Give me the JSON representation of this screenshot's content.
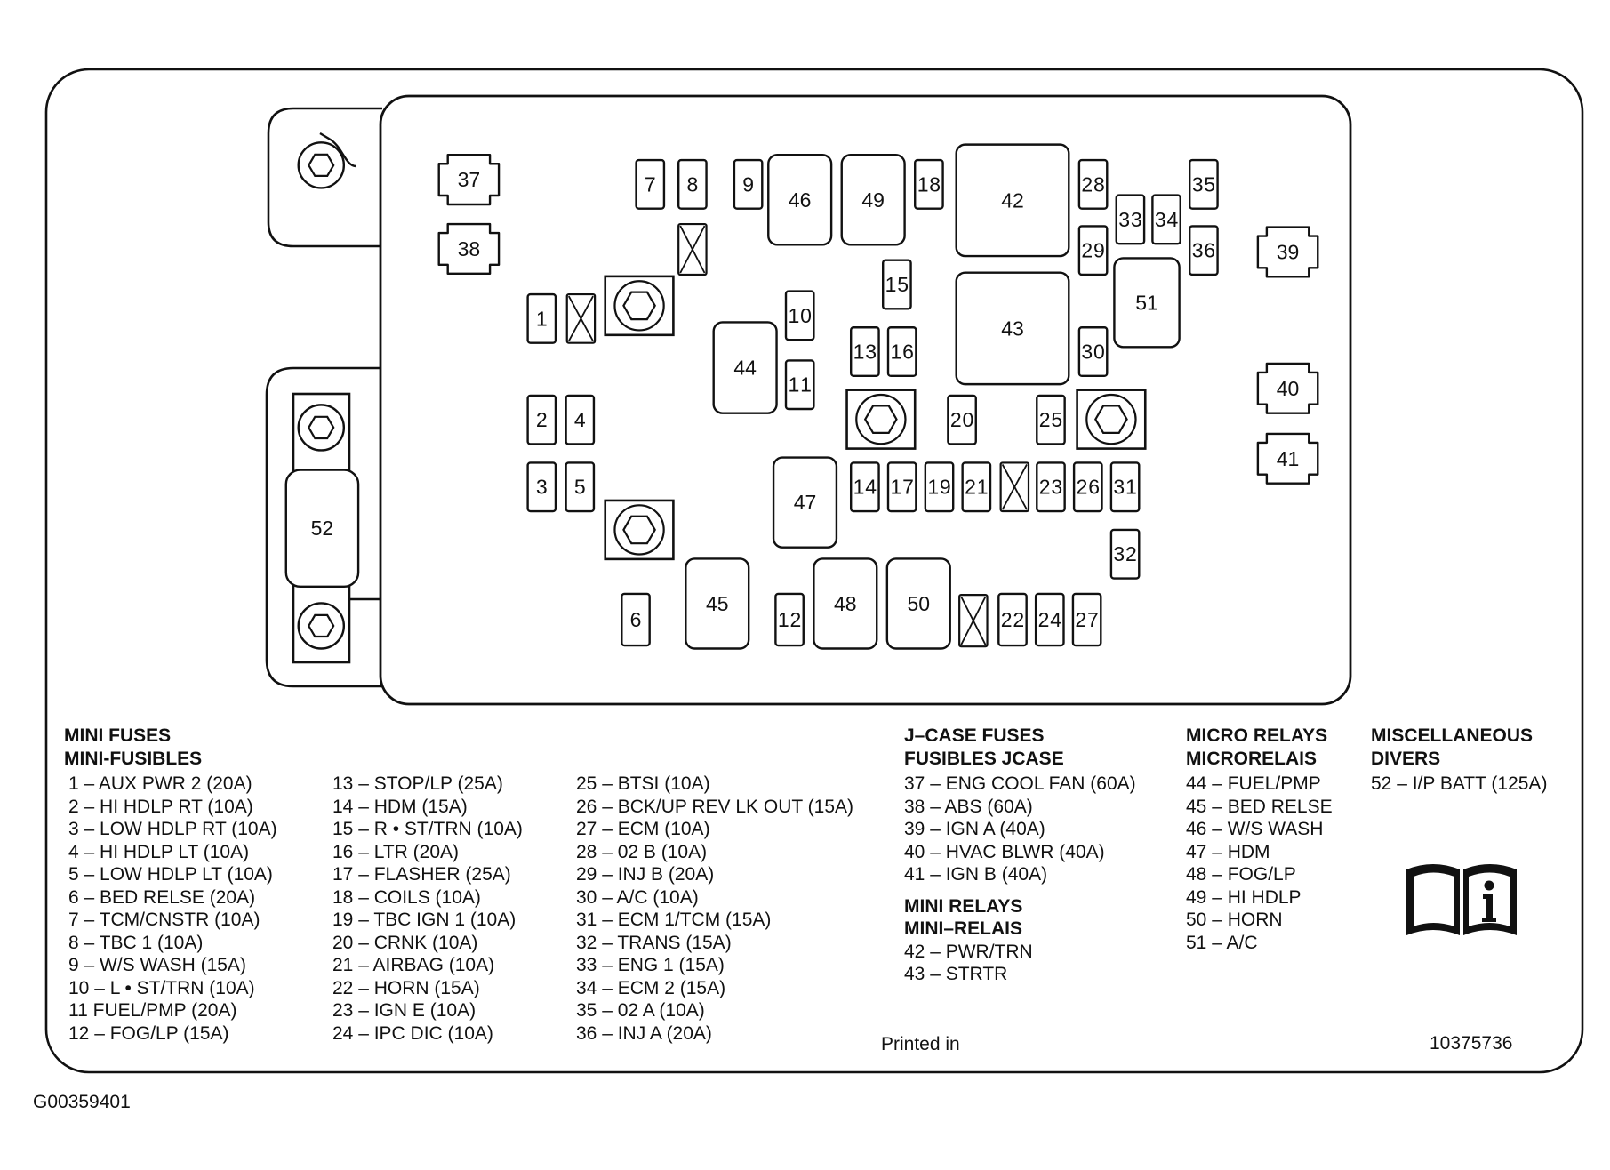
{
  "diagram": {
    "mini_fuses": [
      "1",
      "2",
      "3",
      "4",
      "5",
      "6",
      "7",
      "8",
      "9",
      "10",
      "11",
      "12",
      "13",
      "14",
      "15",
      "16",
      "17",
      "18",
      "19",
      "20",
      "21",
      "22",
      "23",
      "24",
      "25",
      "26",
      "27",
      "28",
      "29",
      "30",
      "31",
      "32",
      "33",
      "34",
      "35",
      "36"
    ],
    "jcase_fuses": [
      "37",
      "38",
      "39",
      "40",
      "41"
    ],
    "relays": [
      "42",
      "43",
      "44",
      "45",
      "46",
      "47",
      "48",
      "49",
      "50",
      "51"
    ],
    "misc": [
      "52"
    ]
  },
  "legend": {
    "mini_fuses": {
      "heading_en": "MINI FUSES",
      "heading_fr": "MINI-FUSIBLES",
      "col1": [
        "1  – AUX PWR 2 (20A)",
        "2  – HI HDLP RT (10A)",
        "3  – LOW HDLP RT (10A)",
        "4  – HI HDLP LT (10A)",
        "5  – LOW HDLP LT (10A)",
        "6  – BED RELSE (20A)",
        "7  – TCM/CNSTR (10A)",
        "8  – TBC 1 (10A)",
        "9  – W/S WASH (15A)",
        "10 – L • ST/TRN (10A)",
        "11   FUEL/PMP (20A)",
        "12 – FOG/LP (15A)"
      ],
      "col2": [
        "13 – STOP/LP (25A)",
        "14 – HDM (15A)",
        "15 – R • ST/TRN (10A)",
        "16 – LTR (20A)",
        "17 – FLASHER (25A)",
        "18 – COILS (10A)",
        "19 – TBC IGN 1 (10A)",
        "20 – CRNK (10A)",
        "21 – AIRBAG (10A)",
        "22 – HORN (15A)",
        "23 – IGN E (10A)",
        "24 – IPC DIC (10A)"
      ],
      "col3": [
        "25 – BTSI (10A)",
        "26 – BCK/UP REV LK OUT (15A)",
        "27 – ECM (10A)",
        "28 – 02 B (10A)",
        "29 – INJ B (20A)",
        "30 – A/C (10A)",
        "31 – ECM 1/TCM (15A)",
        "32 – TRANS (15A)",
        "33 – ENG 1 (15A)",
        "34 – ECM 2 (15A)",
        "35 – 02 A (10A)",
        "36 – INJ A (20A)"
      ]
    },
    "jcase_fuses": {
      "heading_en": "J–CASE FUSES",
      "heading_fr": "FUSIBLES JCASE",
      "items": [
        "37 – ENG COOL FAN (60A)",
        "38 – ABS (60A)",
        "39 – IGN A (40A)",
        "40 – HVAC BLWR (40A)",
        "41 – IGN B (40A)"
      ]
    },
    "mini_relays": {
      "heading_en": "MINI RELAYS",
      "heading_fr": "MINI–RELAIS",
      "items": [
        "42 – PWR/TRN",
        "43 – STRTR"
      ]
    },
    "micro_relays": {
      "heading_en": "MICRO RELAYS",
      "heading_fr": "MICRORELAIS",
      "items": [
        "44 – FUEL/PMP",
        "45 – BED RELSE",
        "46 – W/S WASH",
        "47 – HDM",
        "48 – FOG/LP",
        "49 – HI HDLP",
        "50 – HORN",
        "51 – A/C"
      ]
    },
    "misc": {
      "heading_en": "MISCELLANEOUS",
      "heading_fr": "DIVERS",
      "items": [
        "52 – I/P BATT (125A)"
      ]
    }
  },
  "footer": {
    "printed_in": "Printed in",
    "part_number": "10375736",
    "figure_id": "G00359401"
  },
  "icons": {
    "manual": "info-book-icon"
  }
}
